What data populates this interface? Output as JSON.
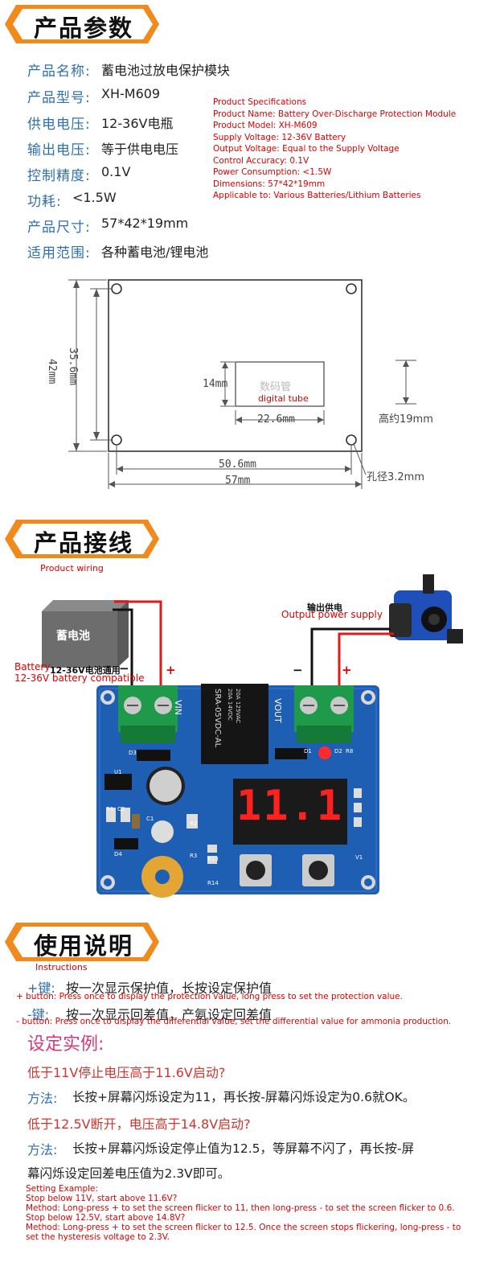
{
  "sections": {
    "params_title": "产品参数",
    "wiring_title": "产品接线",
    "wiring_subtitle": "Product wiring",
    "usage_title": "使用说明",
    "usage_subtitle": "Instructions"
  },
  "specs": [
    {
      "label": "产品名称:",
      "value": "蓄电池过放电保护模块"
    },
    {
      "label": "产品型号:",
      "value": "XH-M609"
    },
    {
      "label": "供电电压:",
      "value": "12-36V电瓶"
    },
    {
      "label": "输出电压:",
      "value": "等于供电电压"
    },
    {
      "label": "控制精度:",
      "value": "0.1V"
    },
    {
      "label": "功耗:",
      "value": "<1.5W"
    },
    {
      "label": "产品尺寸:",
      "value": "57*42*19mm"
    },
    {
      "label": "适用范围:",
      "value": "各种蓄电池/锂电池"
    }
  ],
  "specs_en": [
    "Product Specifications",
    "Product Name: Battery Over-Discharge Protection Module",
    "Product Model: XH-M609",
    "Supply Voltage: 12-36V Battery",
    "Output Voltage: Equal to the Supply Voltage",
    "Control Accuracy: 0.1V",
    "Power Consumption: <1.5W",
    "Dimensions: 57*42*19mm",
    "Applicable to: Various Batteries/Lithium Batteries"
  ],
  "dimensions": {
    "inner_height": "35.6mm",
    "outer_height": "42mm",
    "display_height": "14mm",
    "display_cn": "数码管",
    "display_en": "digital tube",
    "display_width": "22.6mm",
    "module_height": "高约19mm",
    "hole_span": "50.6mm",
    "total_width": "57mm",
    "hole_diameter": "孔径3.2mm"
  },
  "wiring": {
    "battery_label": "蓄电池",
    "battery_en": "Battery",
    "battery_spec": "12-36V电池通用",
    "battery_spec_en": "12-36V battery compatible",
    "minus": "−",
    "plus": "+",
    "output_cn": "输出供电",
    "output_en": "Output power supply",
    "vin": "VIN",
    "vout": "VOUT",
    "relay_lines": [
      "SRA-05VDC-AL",
      "20A 14VDC",
      "20A 125VAC"
    ],
    "display_digits": "11.1",
    "labels": [
      "D3",
      "U1",
      "R1",
      "C2",
      "R2",
      "C1",
      "D4",
      "R3",
      "R13",
      "R14",
      "D1",
      "D2",
      "R8",
      "V1"
    ]
  },
  "usage": {
    "plus_key_label": "+键:",
    "plus_key_text": "按一次显示保护值，长按设定保护值",
    "plus_key_en": "+ button: Press once to display the protection value, long press to set the protection value.",
    "minus_key_label": "-键:",
    "minus_key_text": "按一次显示回差值，产氨设定回差值",
    "minus_key_en": "- button: Press once to display the differential value, set the differential value for ammonia production.",
    "example_title": "设定实例:",
    "ex1_q": "低于11V停止电压高于11.6V启动?",
    "ex1_method_label": "方法:",
    "ex1_method": "长按+屏幕闪烁设定为11，再长按-屏幕闪烁设定为0.6就OK。",
    "ex2_q": "低于12.5V断开，电压高于14.8V启动?",
    "ex2_method_label": "方法:",
    "ex2_method_1": "长按+屏幕闪烁设定停止值为12.5，等屏幕不闪了，再长按-屏",
    "ex2_method_2": "幕闪烁设定回差电压值为2.3V即可。",
    "en_lines": [
      "Setting Example:",
      "Stop below 11V, start above 11.6V?",
      "Method: Long-press + to set the screen flicker to 11, then long-press - to set the screen flicker to 0.6.",
      "Stop below 12.5V, start above 14.8V?",
      "Method: Long-press + to set the screen flicker to 12.5. Once the screen stops flickering, long-press - to",
      "set the hysteresis voltage to 2.3V."
    ]
  },
  "colors": {
    "badge_orange": "#f08a1c",
    "label_blue": "#2f6fb0",
    "accent_red": "#e00000",
    "example_pink": "#d63a7a",
    "pcb_blue": "#1f5fb3"
  }
}
